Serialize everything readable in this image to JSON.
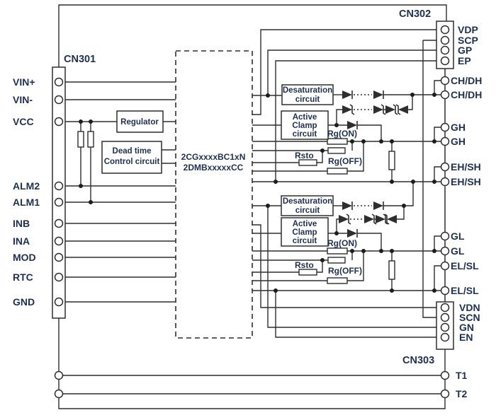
{
  "diagram": {
    "connector_labels": {
      "cn301": "CN301",
      "cn302": "CN302",
      "cn303": "CN303"
    },
    "left_pins": [
      "VIN+",
      "VIN-",
      "VCC",
      "ALM2",
      "ALM1",
      "INB",
      "INA",
      "MOD",
      "RTC",
      "GND"
    ],
    "cn302_pins": [
      "VDP",
      "SCP",
      "GP",
      "EP"
    ],
    "cn303_pins": [
      "VDN",
      "SCN",
      "GN",
      "EN"
    ],
    "hs_pins": [
      "CH/DH",
      "CH/DH",
      "GH",
      "GH",
      "EH/SH",
      "EH/SH"
    ],
    "ls_pins": [
      "GL",
      "GL",
      "EL/SL",
      "EL/SL"
    ],
    "terminals": [
      "T1",
      "T2"
    ],
    "blocks": {
      "regulator": "Regulator",
      "dead_time_line1": "Dead time",
      "dead_time_line2": "Control circuit",
      "desat_line1": "Desaturation",
      "desat_line2": "circuit",
      "clamp_line1": "Active",
      "clamp_line2": "Clamp",
      "clamp_line3": "circuit",
      "ic_part_line1": "2CGxxxxBC1xN",
      "ic_part_line2": "2DMBxxxxxCC"
    },
    "resistor_labels": {
      "rg_on": "Rg(ON)",
      "rg_off": "Rg(OFF)",
      "rsto": "Rsto"
    },
    "colors": {
      "label": "#1e2f54",
      "line": "#2e2e2e",
      "background": "#ffffff"
    }
  }
}
